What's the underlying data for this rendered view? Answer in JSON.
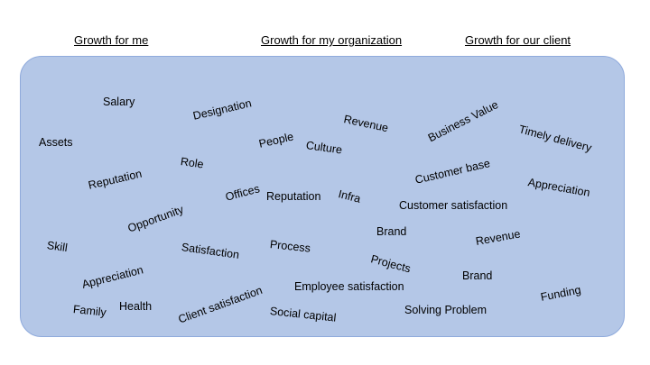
{
  "headings": {
    "me": "Growth for me",
    "org": "Growth for my organization",
    "client": "Growth for our client"
  },
  "words": [
    "Salary",
    "Designation",
    "Assets",
    "Reputation",
    "Role",
    "Opportunity",
    "Offices",
    "Skill",
    "Satisfaction",
    "Appreciation",
    "Client satisfaction",
    "Family",
    "Health",
    "People",
    "Culture",
    "Revenue",
    "Reputation",
    "Infra",
    "Process",
    "Brand",
    "Projects",
    "Employee satisfaction",
    "Social capital",
    "Business Value",
    "Timely delivery",
    "Customer base",
    "Appreciation",
    "Customer satisfaction",
    "Revenue",
    "Brand",
    "Funding",
    "Solving Problem"
  ]
}
